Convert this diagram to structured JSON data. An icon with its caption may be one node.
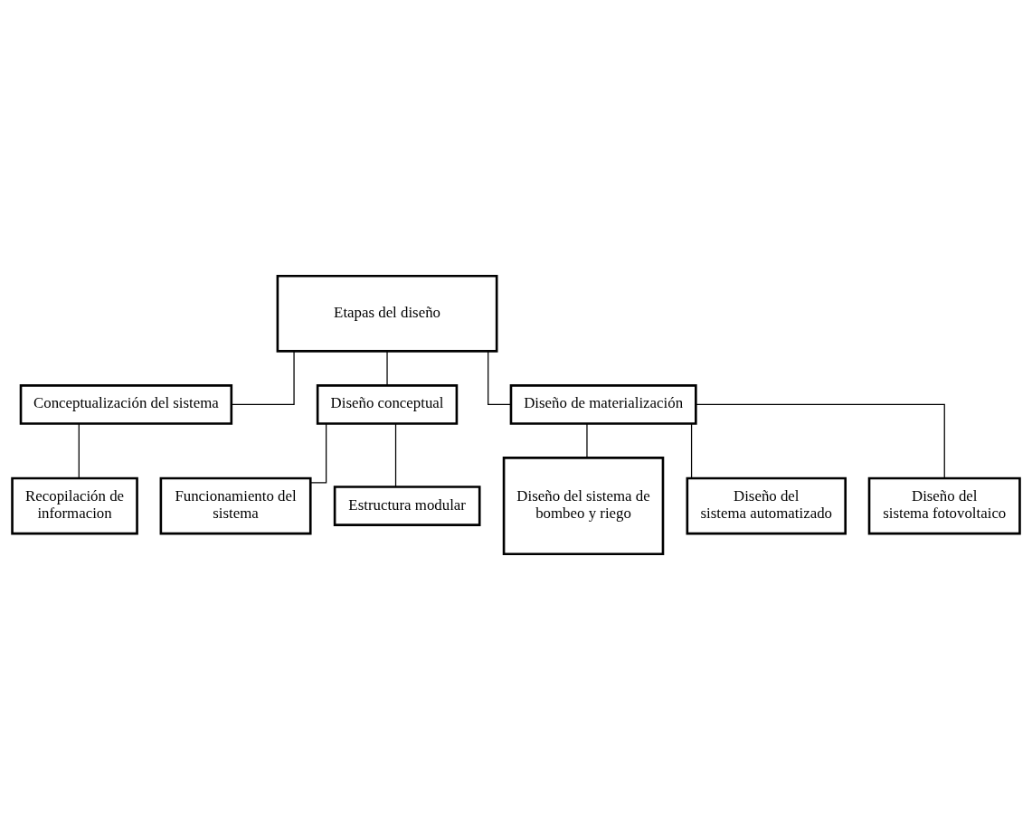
{
  "diagram": {
    "nodes": [
      {
        "text": [
          "Etapas del diseño"
        ]
      },
      {
        "text": [
          "Conceptualización del sistema"
        ]
      },
      {
        "text": [
          "Diseño conceptual"
        ]
      },
      {
        "text": [
          "Diseño de materialización"
        ]
      },
      {
        "text": [
          "Recopilación de informacion"
        ]
      },
      {
        "text": [
          "Funcionamiento del sistema"
        ]
      },
      {
        "text": [
          "Estructura modular"
        ]
      },
      {
        "text": [
          "Diseño del sistema de bombeo y riego"
        ]
      },
      {
        "text": [
          "Diseño del sistema automatizado"
        ]
      },
      {
        "text": [
          "Diseño del sistema fotovoltaico"
        ]
      }
    ],
    "edges": [
      {
        "from": 0,
        "to": 1,
        "arrow": "none"
      },
      {
        "from": 0,
        "to": 2,
        "arrow": "none"
      },
      {
        "from": 0,
        "to": 3,
        "arrow": "none"
      },
      {
        "from": 1,
        "to": 4,
        "arrow": "none"
      },
      {
        "from": 2,
        "to": 5,
        "arrow": "none"
      },
      {
        "from": 2,
        "to": 6,
        "arrow": "none"
      },
      {
        "from": 3,
        "to": 7,
        "arrow": "none"
      },
      {
        "from": 3,
        "to": 8,
        "arrow": "none"
      },
      {
        "from": 3,
        "to": 9,
        "arrow": "none"
      }
    ]
  }
}
